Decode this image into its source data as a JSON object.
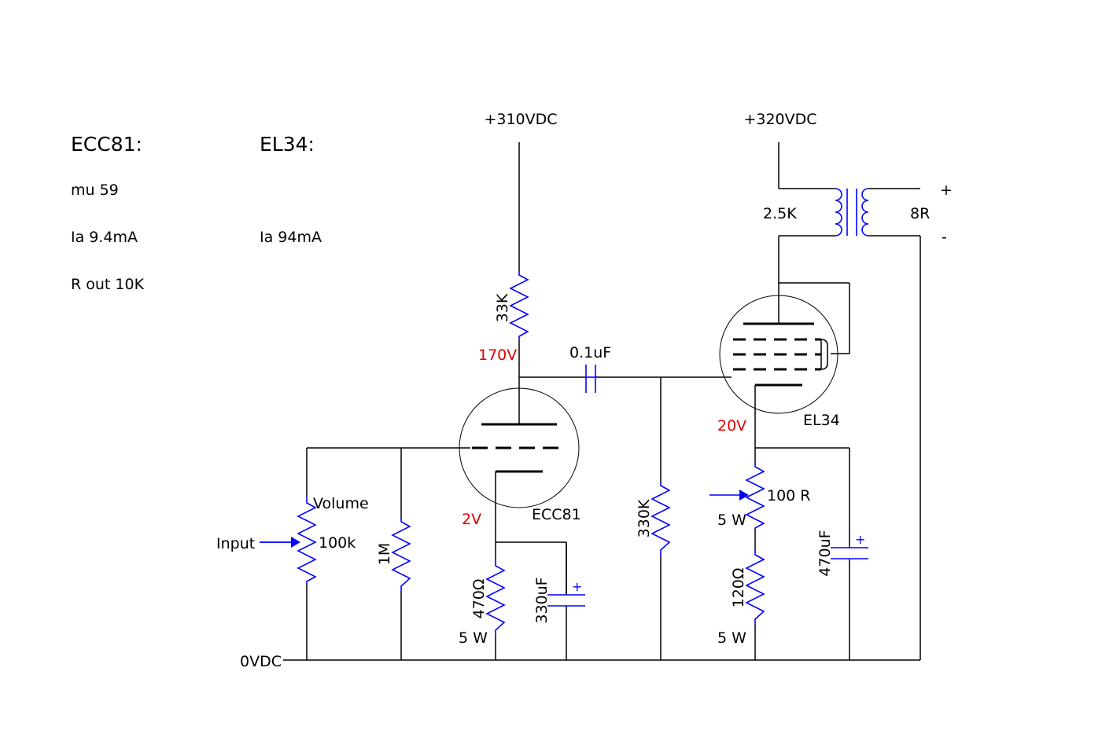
{
  "notes": {
    "ecc81": {
      "title": "ECC81:",
      "mu": "mu 59",
      "ia": "Ia 9.4mA",
      "rout": "R out 10K"
    },
    "el34": {
      "title": "EL34:",
      "ia": "Ia 94mA"
    }
  },
  "rails": {
    "supply1": "+310VDC",
    "supply2": "+320VDC",
    "ground": "0VDC"
  },
  "components": {
    "r_plate": "33K",
    "v_plate": "170V",
    "coupling_cap": "0.1uF",
    "volume_label": "Volume",
    "volume_value": "100k",
    "input_label": "Input",
    "r_grid1": "1M",
    "v_cathode1": "2V",
    "tube1": "ECC81",
    "r_cathode1": "470Ω",
    "r_cathode1_power": "5 W",
    "c_cathode1": "330uF",
    "r_grid2": "330K",
    "tube2": "EL34",
    "v_cathode2": "20V",
    "pot2_value": "100 R",
    "pot2_power": "5 W",
    "r_cathode2": "120Ω",
    "r_cathode2_power": "5 W",
    "c_cathode2": "470uF",
    "transformer_primary": "2.5K",
    "transformer_secondary": "8R",
    "out_plus": "+",
    "out_minus": "-",
    "cap_polarity": "+"
  }
}
